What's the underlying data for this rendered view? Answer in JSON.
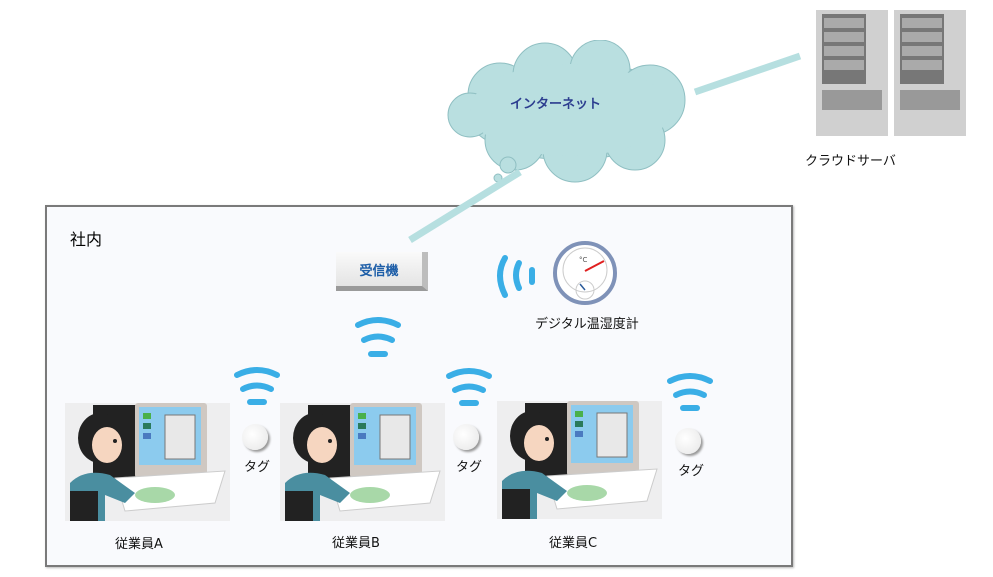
{
  "cloud": {
    "label": "インターネット",
    "color": "#b9dfe0"
  },
  "server": {
    "label": "クラウドサーバ"
  },
  "office": {
    "label": "社内"
  },
  "receiver": {
    "label": "受信機"
  },
  "thermometer": {
    "label": "デジタル温湿度計",
    "unit_temp": "°C",
    "unit_hum": "%"
  },
  "tags": [
    {
      "label": "タグ"
    },
    {
      "label": "タグ"
    },
    {
      "label": "タグ"
    }
  ],
  "employees": [
    {
      "label": "従業員A"
    },
    {
      "label": "従業員B"
    },
    {
      "label": "従業員C"
    }
  ],
  "colors": {
    "wifi": "#3aaee6",
    "link": "#b6dfe0",
    "frame": "#7a7a7a"
  }
}
